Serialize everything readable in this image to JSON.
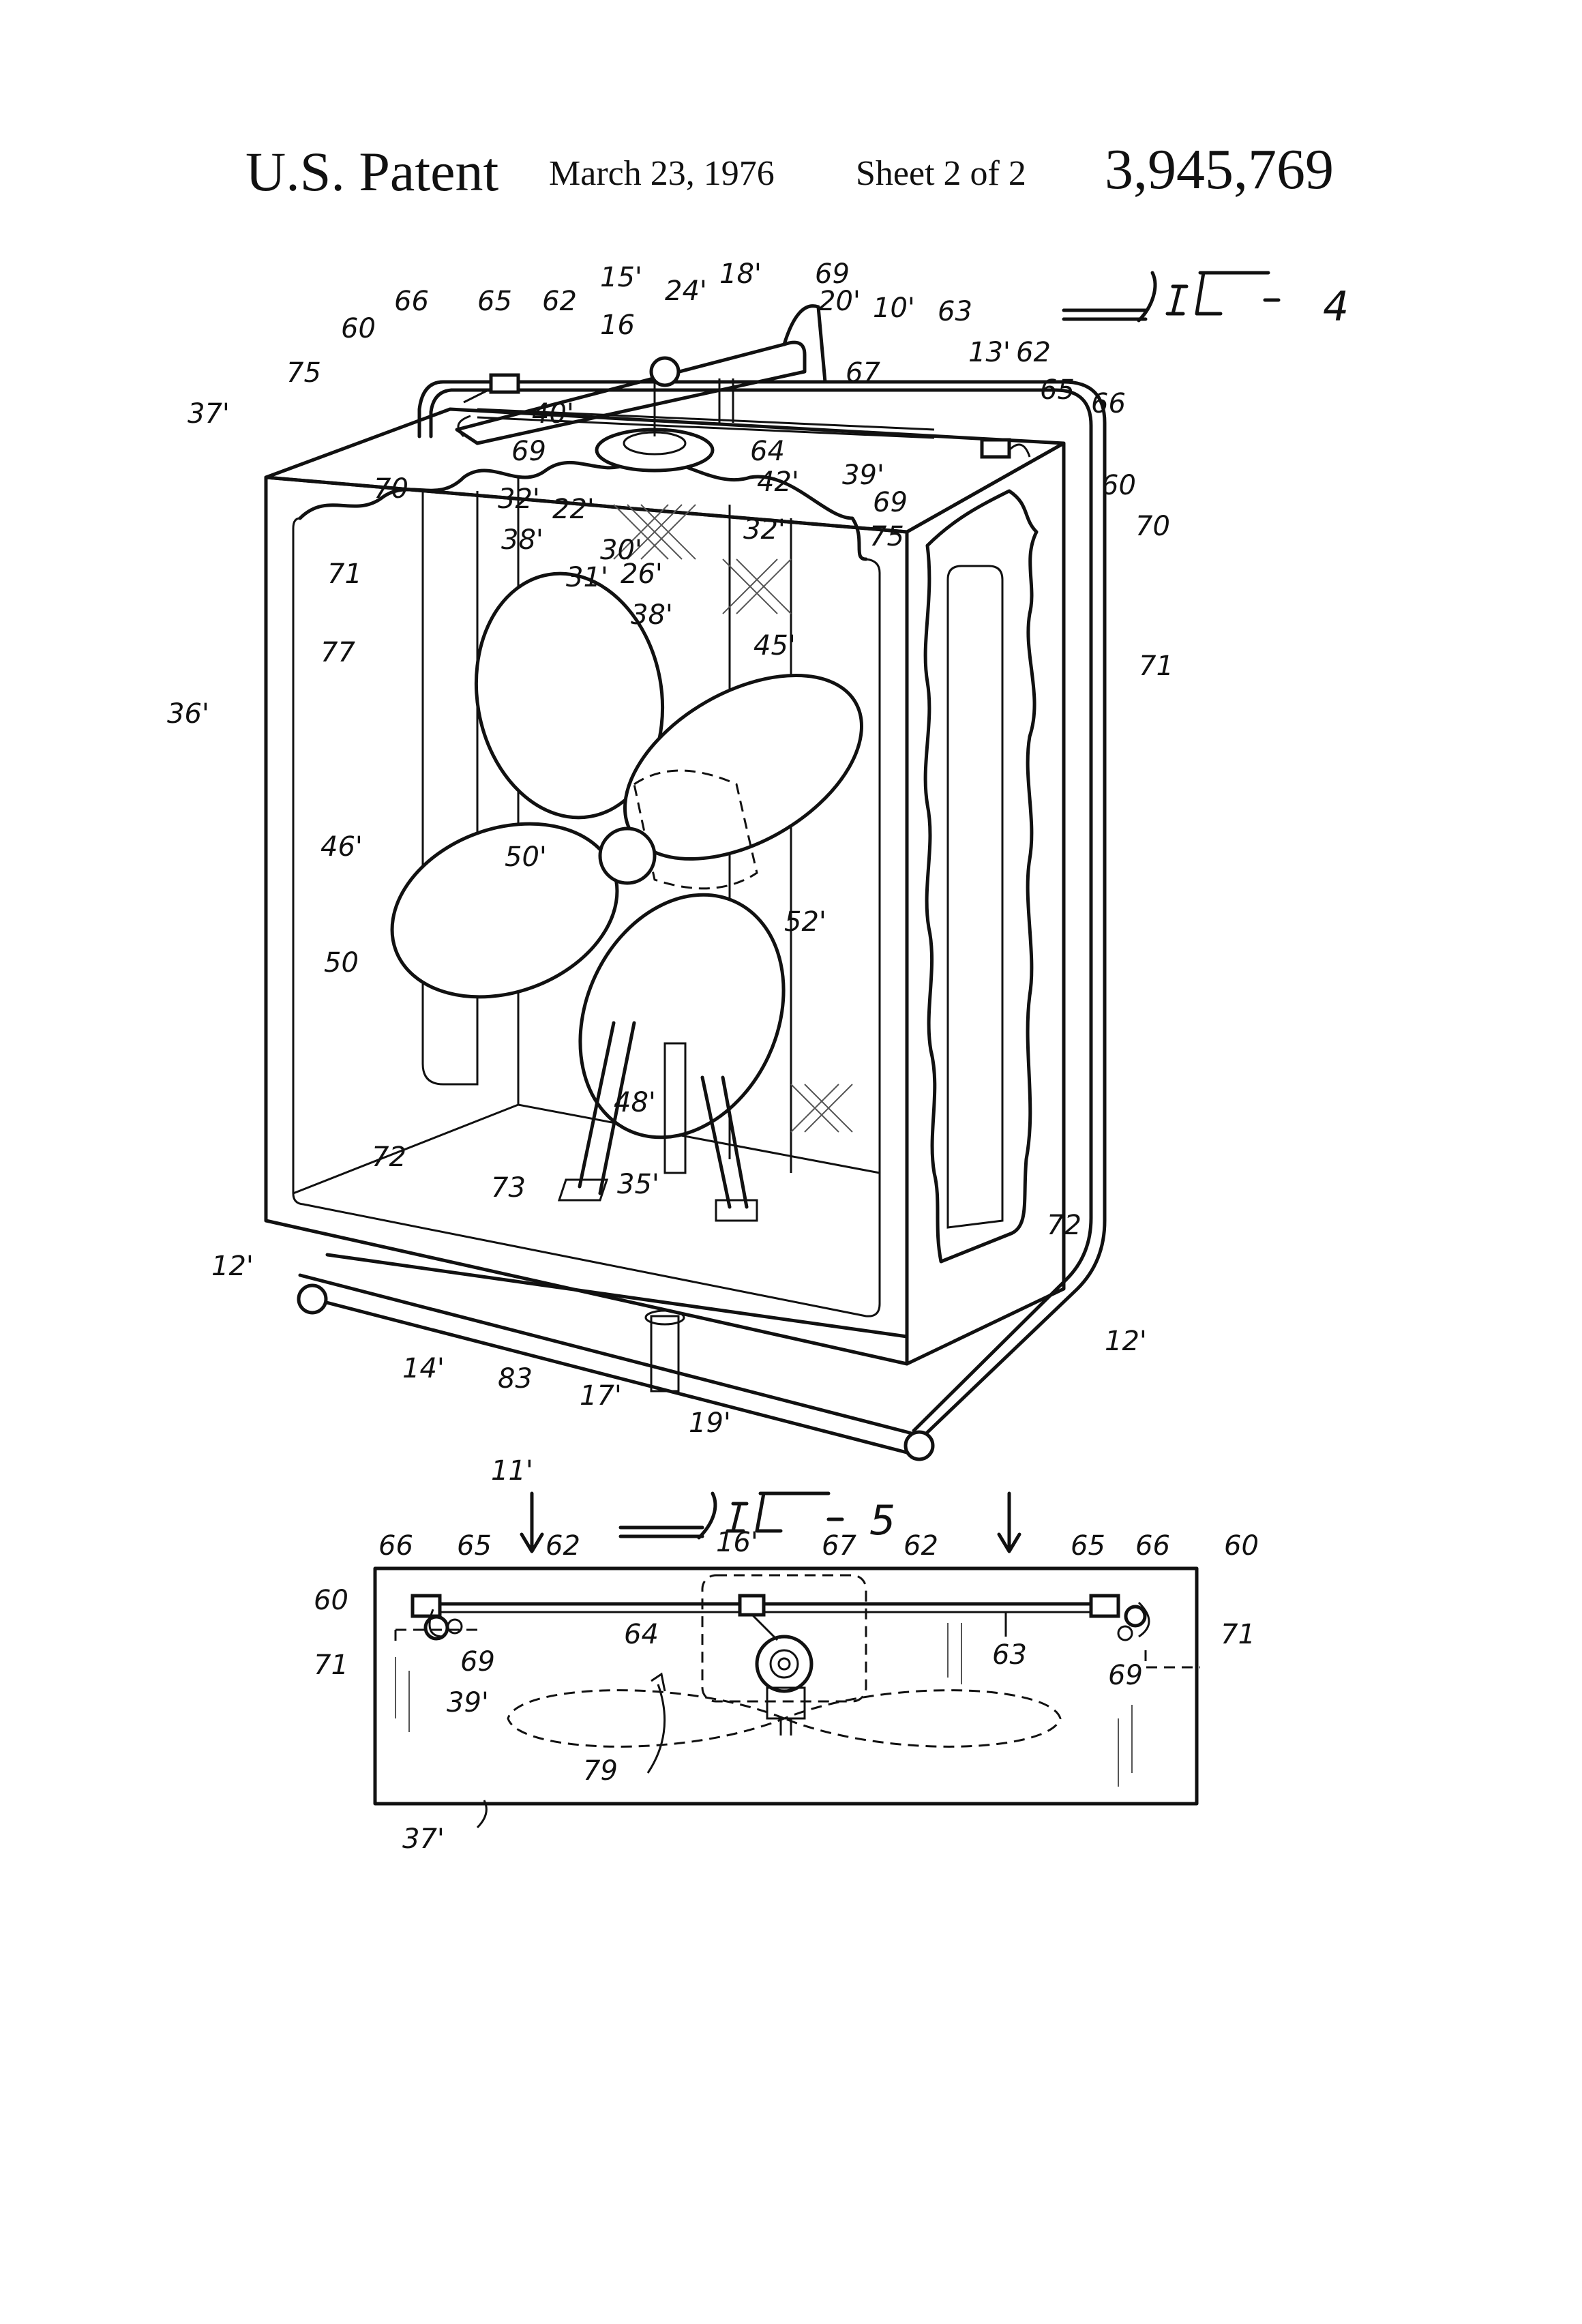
{
  "header": {
    "title": "U.S. Patent",
    "date": "March 23, 1976",
    "sheet": "Sheet 2 of 2",
    "patent_number": "3,945,769"
  },
  "figures": {
    "fig4": {
      "label_suffix": "4"
    },
    "fig5": {
      "label_suffix": "5"
    }
  },
  "fig4_refs": [
    "15'",
    "24'",
    "18'",
    "69",
    "66",
    "65",
    "62",
    "16",
    "20'",
    "10'",
    "63",
    "60",
    "13'",
    "62",
    "75",
    "67",
    "65",
    "66",
    "37'",
    "40'",
    "69",
    "64",
    "42'",
    "39'",
    "69",
    "60",
    "70",
    "32'",
    "22'",
    "32'",
    "38'",
    "30'",
    "26'",
    "75",
    "70",
    "31'",
    "38'",
    "71",
    "45'",
    "77",
    "71",
    "36'",
    "46'",
    "50'",
    "52'",
    "50",
    "48'",
    "72",
    "73",
    "35'",
    "72",
    "12'",
    "14'",
    "83",
    "17'",
    "19'",
    "12'",
    "11'"
  ],
  "fig5_refs": [
    "66",
    "65",
    "62",
    "16'",
    "67",
    "62",
    "65",
    "66",
    "60",
    "60",
    "64",
    "63",
    "71",
    "69",
    "69",
    "71",
    "39'",
    "79",
    "37'"
  ]
}
